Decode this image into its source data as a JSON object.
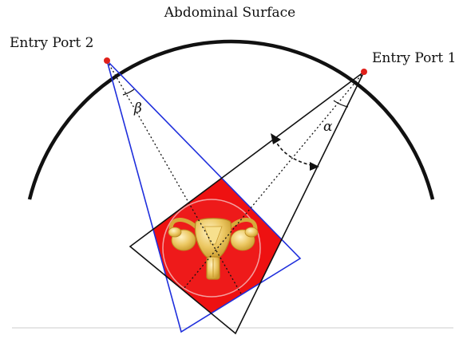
{
  "diagram": {
    "title": "Abdominal Surface",
    "ports": [
      {
        "id": "port-2",
        "label": "Entry Port 2",
        "angle_label": "β"
      },
      {
        "id": "port-1",
        "label": "Entry Port 1",
        "angle_label": "α"
      }
    ],
    "colors": {
      "surface": "#111111",
      "port": "#e0201a",
      "cone_port1": "#111111",
      "cone_port2": "#1f2fdc",
      "overlap": "#ee1111",
      "organ": "#e7c35a",
      "organ_shade": "#c99a2c",
      "ground_line": "#cccccc"
    },
    "organ_icon": "uterus-icon"
  }
}
